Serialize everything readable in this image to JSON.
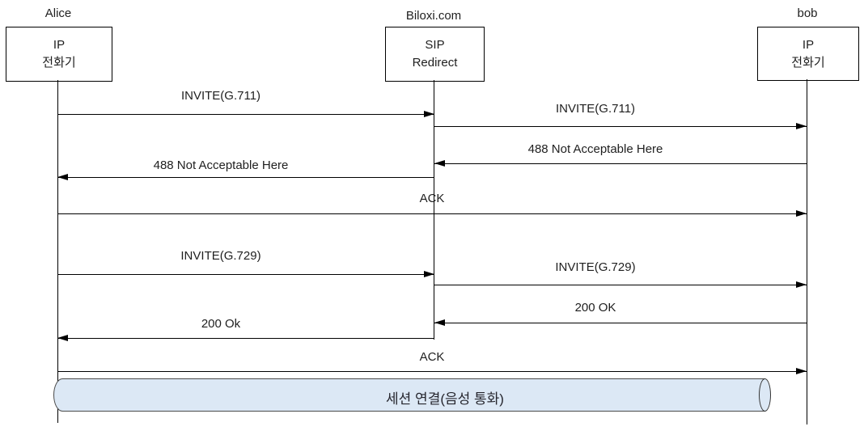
{
  "actors": [
    {
      "name": "Alice",
      "box_line1": "IP",
      "box_line2": "전화기"
    },
    {
      "name": "Biloxi.com",
      "box_line1": "SIP",
      "box_line2": "Redirect"
    },
    {
      "name": "bob",
      "box_line1": "IP",
      "box_line2": "전화기"
    }
  ],
  "messages": [
    {
      "label": "INVITE(G.711)",
      "from": "Alice",
      "to": "Biloxi.com"
    },
    {
      "label": "INVITE(G.711)",
      "from": "Biloxi.com",
      "to": "bob"
    },
    {
      "label": "488 Not Acceptable Here",
      "from": "bob",
      "to": "Biloxi.com"
    },
    {
      "label": "488 Not Acceptable Here",
      "from": "Biloxi.com",
      "to": "Alice"
    },
    {
      "label": "ACK",
      "from": "Alice",
      "to": "bob"
    },
    {
      "label": "INVITE(G.729)",
      "from": "Alice",
      "to": "Biloxi.com"
    },
    {
      "label": "INVITE(G.729)",
      "from": "Biloxi.com",
      "to": "bob"
    },
    {
      "label": "200 OK",
      "from": "bob",
      "to": "Biloxi.com"
    },
    {
      "label": "200 Ok",
      "from": "Biloxi.com",
      "to": "Alice"
    },
    {
      "label": "ACK",
      "from": "Alice",
      "to": "bob"
    }
  ],
  "session_bar": {
    "label": "세션 연결(음성 통화)"
  },
  "colors": {
    "session_bar_fill": "#dce8f5",
    "session_bar_border": "#4a4a4a",
    "line": "#000000",
    "text": "#1f1f1f",
    "background": "#ffffff"
  }
}
